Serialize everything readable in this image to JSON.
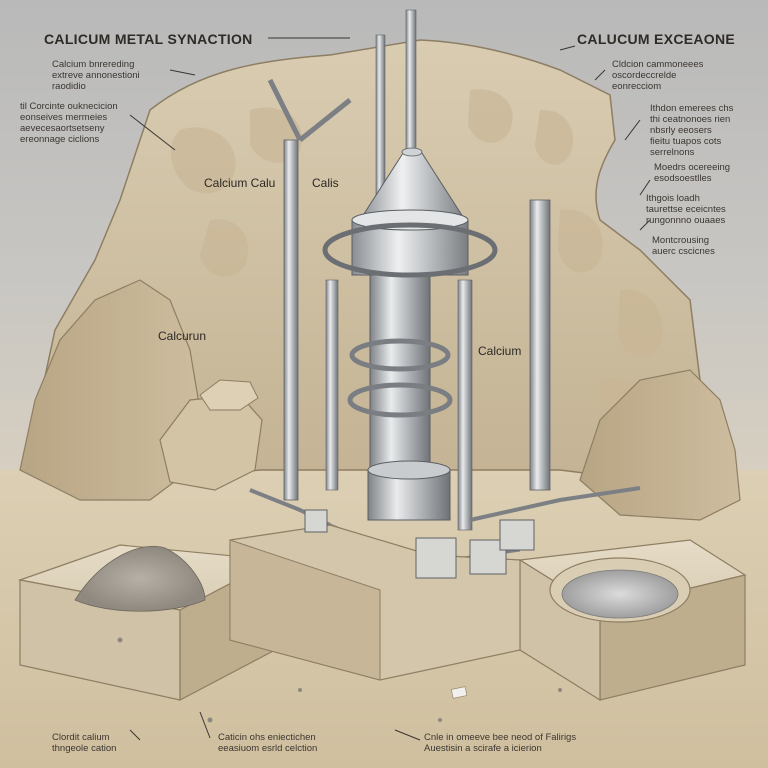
{
  "diagram": {
    "title_left": "CALICUM METAL SYNACTION",
    "title_right": "CALUCUM EXCEAONE",
    "notes_left": [
      "Calcium bnrereding\nextreve annonestioni\nraodidio",
      "til Corcinte ouknecicion\neonseives mermeies\naevecesaortsetseny\nereonnage ciclions"
    ],
    "notes_right": [
      "Cldcion cammoneees\noscordeccrelde\neonrecciom",
      "Ithdon emerees chs\nthi ceatnonoes rien\nnbsrly eeosers\nfieitu tuapos cots\nserrelnons",
      "Moedrs ocereeing\nesodsoestlles",
      "Ithgois loadh\ntaurettse eceicntes\nrungonnno ouaaes",
      "Montcrousing\nauerc cscicnes"
    ],
    "inline_labels": [
      "Calcium Calu",
      "Calis",
      "Calcurun",
      "Calcium"
    ],
    "captions_bottom": [
      "Clordit calium\nthngeole cation",
      "Caticin ohs eniectichen\neeasiuom esrld celction",
      "Cnle in omeeve bee neod of Falirigs\nAuestisin a scirafe a icierion"
    ]
  }
}
